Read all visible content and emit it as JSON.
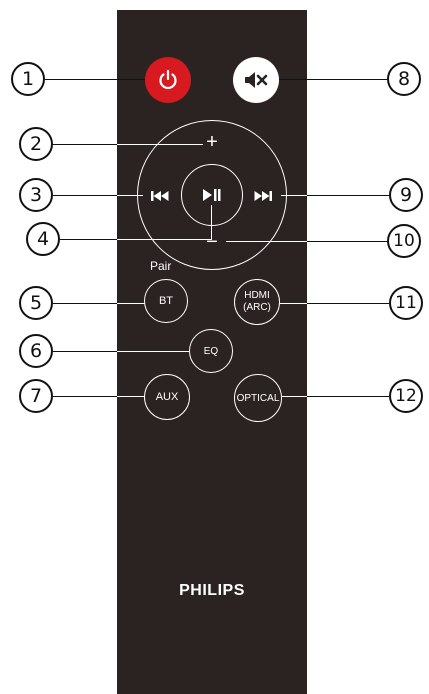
{
  "remote": {
    "brand": "PHILIPS",
    "colors": {
      "body": "#2b2222",
      "power_button": "#d71920",
      "power_icon": "#ffffff",
      "buttons": "#ffffff"
    },
    "buttons": {
      "power": {
        "icon": "power-icon"
      },
      "mute": {
        "icon": "mute-icon"
      },
      "volume_up": {
        "label": "+"
      },
      "volume_down": {
        "label": "−"
      },
      "previous": {
        "icon": "previous-track-icon"
      },
      "play_pause": {
        "icon": "play-pause-icon"
      },
      "next": {
        "icon": "next-track-icon"
      },
      "pair_label": "Pair",
      "bt": {
        "label": "BT"
      },
      "hdmi": {
        "label": "HDMI\n(ARC)"
      },
      "eq": {
        "label": "EQ"
      },
      "aux": {
        "label": "AUX"
      },
      "optical": {
        "label": "OPTICAL"
      }
    }
  },
  "callouts": [
    "1",
    "2",
    "3",
    "4",
    "5",
    "6",
    "7",
    "8",
    "9",
    "10",
    "11",
    "12"
  ]
}
